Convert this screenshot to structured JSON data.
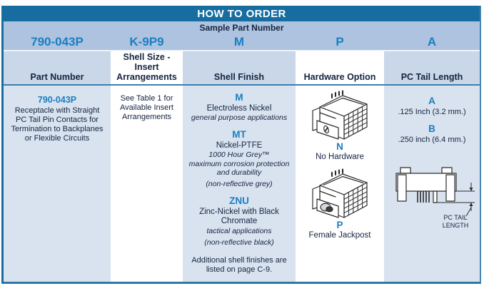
{
  "header": {
    "title": "HOW TO ORDER",
    "subtitle": "Sample Part Number"
  },
  "sample_codes": [
    "790-043P",
    "K-9P9",
    "M",
    "P",
    "A"
  ],
  "colors": {
    "header_bar": "#176d9f",
    "sample_band": "#adc3df",
    "column_header_band": "#c9d7e9",
    "body_band": "#d8e3ef",
    "accent_blue": "#1b7ec2",
    "text_navy": "#15243f",
    "rule_blue": "#3e7cb0"
  },
  "columns": [
    {
      "header": "Part Number",
      "body_title": "790-043P",
      "body_desc": "Receptacle with Straight\nPC Tail Pin Contacts for\nTermination to Backplanes\nor Flexible Circuits"
    },
    {
      "header": "Shell Size -\nInsert\nArrangements",
      "body": "See Table 1 for\nAvailable Insert\nArrangements"
    },
    {
      "header": "Shell Finish",
      "options": [
        {
          "code": "M",
          "name": "Electroless Nickel",
          "desc": "general purpose applications",
          "paren": ""
        },
        {
          "code": "MT",
          "name": "Nickel-PTFE",
          "desc": "1000 Hour Grey™\nmaximum corrosion protection\nand durability",
          "paren": "(non-reflective grey)"
        },
        {
          "code": "ZNU",
          "name": "Zinc-Nickel with Black\nChromate",
          "desc": "tactical applications",
          "paren": "(non-reflective black)"
        }
      ],
      "footnote": "Additional shell finishes are\nlisted on page C-9."
    },
    {
      "header": "Hardware Option",
      "options": [
        {
          "code": "N",
          "name": "No Hardware"
        },
        {
          "code": "P",
          "name": "Female Jackpost"
        }
      ]
    },
    {
      "header": "PC Tail Length",
      "options": [
        {
          "code": "A",
          "name": ".125 Inch (3.2 mm.)"
        },
        {
          "code": "B",
          "name": ".250 inch (6.4 mm.)"
        }
      ],
      "diagram_label": [
        "PC TAIL",
        "LENGTH"
      ]
    }
  ]
}
